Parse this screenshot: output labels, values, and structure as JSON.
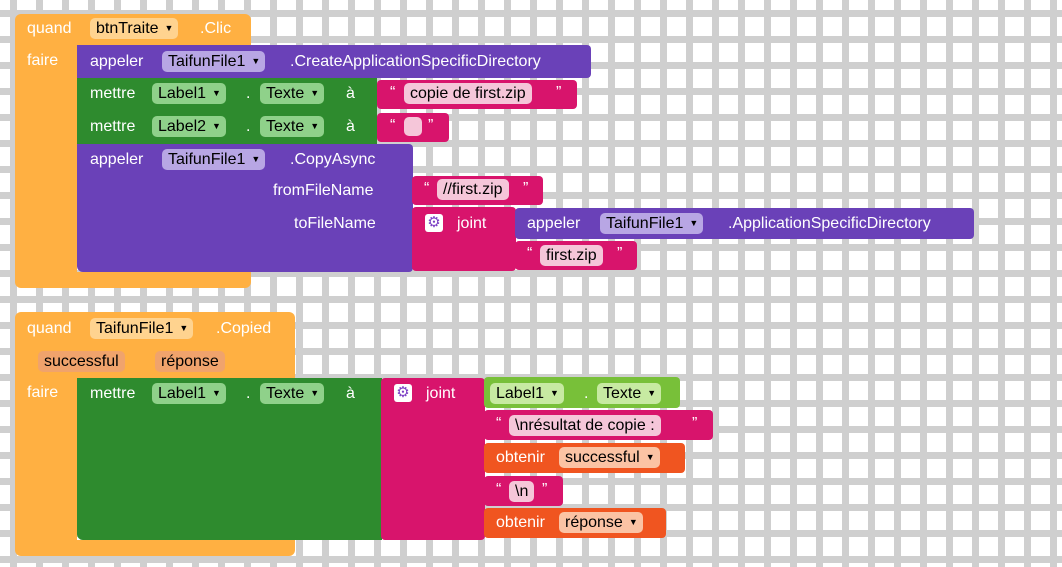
{
  "event1": {
    "when": "quand",
    "component": "btnTraite",
    "event": ".Clic",
    "do": "faire",
    "call1": {
      "keyword": "appeler",
      "component": "TaifunFile1",
      "method": ".CreateApplicationSpecificDirectory"
    },
    "set1": {
      "keyword": "mettre",
      "component": "Label1",
      "dot": ".",
      "property": "Texte",
      "to": "à",
      "text": "copie de first.zip"
    },
    "set2": {
      "keyword": "mettre",
      "component": "Label2",
      "dot": ".",
      "property": "Texte",
      "to": "à",
      "text": ""
    },
    "call2": {
      "keyword": "appeler",
      "component": "TaifunFile1",
      "method": ".CopyAsync",
      "param1_label": "fromFileName",
      "param1_text": "//first.zip",
      "param2_label": "toFileName",
      "join": "joint",
      "inner_call": {
        "keyword": "appeler",
        "component": "TaifunFile1",
        "method": ".ApplicationSpecificDirectory"
      },
      "inner_text": "first.zip"
    }
  },
  "event2": {
    "when": "quand",
    "component": "TaifunFile1",
    "event": ".Copied",
    "params": [
      "successful",
      "réponse"
    ],
    "do": "faire",
    "set": {
      "keyword": "mettre",
      "component": "Label1",
      "dot": ".",
      "property": "Texte",
      "to": "à"
    },
    "join": "joint",
    "getter": {
      "component": "Label1",
      "dot": ".",
      "property": "Texte"
    },
    "text1": "\\nrésultat de copie : ",
    "get1": {
      "keyword": "obtenir",
      "var": "successful"
    },
    "text2": "\\n",
    "get2": {
      "keyword": "obtenir",
      "var": "réponse"
    }
  },
  "glyphs": {
    "quote_open": "“",
    "quote_close": "”",
    "dropdown": "▼",
    "gear": "⚙"
  },
  "colors": {
    "event": "#ffb042",
    "call": "#6a41b8",
    "set": "#2e8b2e",
    "text": "#d8146c",
    "getter": "#78c039",
    "variable": "#f05520"
  }
}
